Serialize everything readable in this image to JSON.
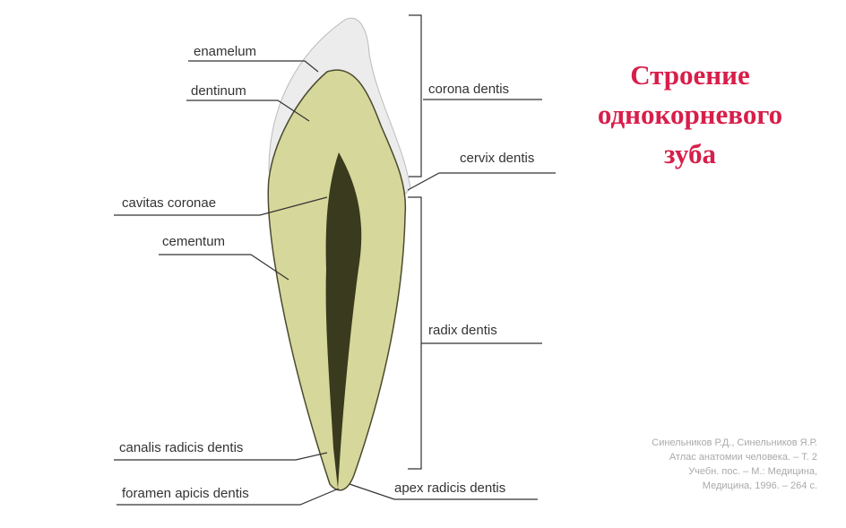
{
  "title": {
    "line1": "Строение",
    "line2": "однокорневого",
    "line3": "зуба"
  },
  "labels": {
    "enamelum": "enamelum",
    "dentinum": "dentinum",
    "cavitas_coronae": "cavitas coronae",
    "cementum": "cementum",
    "canalis": "canalis radicis dentis",
    "foramen": "foramen apicis dentis",
    "corona": "corona dentis",
    "cervix": "cervix dentis",
    "radix": "radix dentis",
    "apex": "apex radicis dentis"
  },
  "citation": [
    "Синельников Р.Д., Синельников Я.Р.",
    "Атлас анатомии человека. – Т. 2",
    "Учебн. пос. – М.: Медицина,",
    "Медицина, 1996. – 264 с."
  ],
  "colors": {
    "title": "#d81e4a",
    "dentin": "#d6d79a",
    "enamel": "#eeeeee",
    "pulp": "#3a3a1e"
  }
}
